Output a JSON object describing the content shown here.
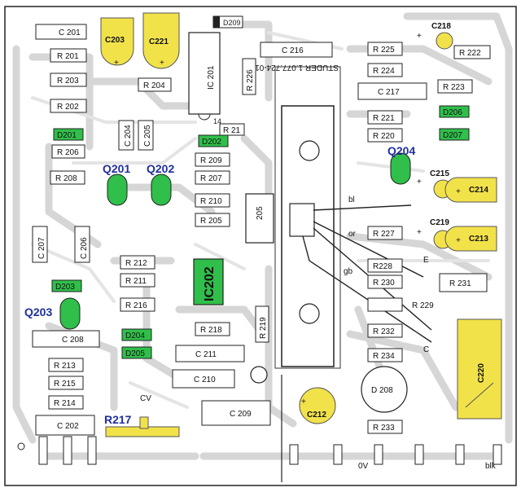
{
  "board": {
    "marking_text": "STUDER 1.077.724-01",
    "colors": {
      "background": "#ffffff",
      "trace": "#d8d8d8",
      "outline": "#222222",
      "yellow": "#f2e24a",
      "green": "#2fbf4a",
      "blue_label": "#1f2f9e"
    }
  },
  "resistors": [
    {
      "id": "r201",
      "label": "R 201"
    },
    {
      "id": "r203",
      "label": "R 203"
    },
    {
      "id": "r202",
      "label": "R 202"
    },
    {
      "id": "r204",
      "label": "R 204"
    },
    {
      "id": "r206",
      "label": "R 206"
    },
    {
      "id": "r208",
      "label": "R 208"
    },
    {
      "id": "r209",
      "label": "R 209"
    },
    {
      "id": "r207",
      "label": "R 207"
    },
    {
      "id": "r210",
      "label": "R 210"
    },
    {
      "id": "r205",
      "label": "R 205"
    },
    {
      "id": "r212",
      "label": "R 212"
    },
    {
      "id": "r211",
      "label": "R 211"
    },
    {
      "id": "r216",
      "label": "R 216"
    },
    {
      "id": "r218",
      "label": "R 218"
    },
    {
      "id": "r213",
      "label": "R 213"
    },
    {
      "id": "r215",
      "label": "R 215"
    },
    {
      "id": "r214",
      "label": "R 214"
    },
    {
      "id": "r225",
      "label": "R 225"
    },
    {
      "id": "r224",
      "label": "R 224"
    },
    {
      "id": "r223",
      "label": "R 223"
    },
    {
      "id": "r222",
      "label": "R 222"
    },
    {
      "id": "r221",
      "label": "R 221"
    },
    {
      "id": "r220",
      "label": "R 220"
    },
    {
      "id": "r227",
      "label": "R 227"
    },
    {
      "id": "r228",
      "label": "R228"
    },
    {
      "id": "r230",
      "label": "R 230"
    },
    {
      "id": "r231",
      "label": "R 231"
    },
    {
      "id": "r229",
      "label": "R 229"
    },
    {
      "id": "r232",
      "label": "R 232"
    },
    {
      "id": "r234",
      "label": "R 234"
    },
    {
      "id": "r233",
      "label": "R 233"
    },
    {
      "id": "r226",
      "label": "R 226"
    },
    {
      "id": "r219",
      "label": "R 219"
    },
    {
      "id": "r21x",
      "label": "R 21"
    }
  ],
  "capacitors": [
    {
      "id": "c201",
      "label": "C 201"
    },
    {
      "id": "c204",
      "label": "C 204"
    },
    {
      "id": "c205",
      "label": "C 205"
    },
    {
      "id": "c207",
      "label": "C 207"
    },
    {
      "id": "c206",
      "label": "C 206"
    },
    {
      "id": "c208",
      "label": "C 208"
    },
    {
      "id": "c211",
      "label": "C 211"
    },
    {
      "id": "c210",
      "label": "C 210"
    },
    {
      "id": "c209",
      "label": "C 209"
    },
    {
      "id": "c202",
      "label": "C 202"
    },
    {
      "id": "c216",
      "label": "C 216"
    },
    {
      "id": "c217",
      "label": "C 217"
    }
  ],
  "highlighted": {
    "c203": "C203",
    "c221": "C221",
    "c218": "C218",
    "c215": "C215",
    "c214": "C214",
    "c219": "C219",
    "c213": "C213",
    "c212": "C212",
    "c220": "C220",
    "r217": "R217",
    "d201": "D201",
    "d202": "D202",
    "d203": "D203",
    "d204": "D204",
    "d205": "D205",
    "d206": "D206",
    "d207": "D207",
    "ic202": "IC202",
    "q201": "Q201",
    "q202": "Q202",
    "q203": "Q203",
    "q204": "Q204"
  },
  "other_labels": {
    "d209": "D209",
    "ic201": "IC 201",
    "d208": "D 208",
    "t205": "205",
    "bl": "bl",
    "or": "or",
    "gb": "gb",
    "e": "E",
    "c": "C",
    "cv": "CV",
    "ov": "0V",
    "blk": "blk",
    "pin14": "14",
    "plus": "+"
  }
}
